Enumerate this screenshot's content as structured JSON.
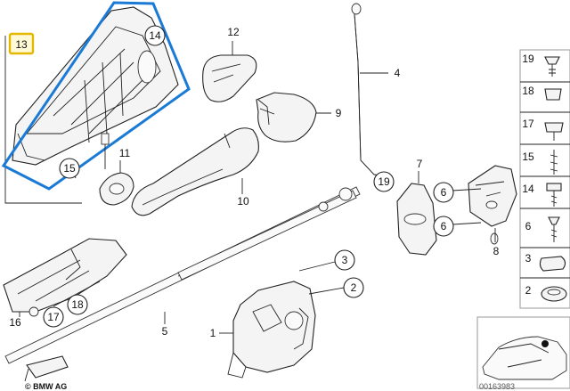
{
  "colors": {
    "highlight_outline": "#1a7ad6",
    "selected_box": "#e5b800",
    "selected_fill": "#fff9d6",
    "line": "#222222",
    "part_fill": "#f4f4f4"
  },
  "callouts": {
    "c1": "1",
    "c2": "2",
    "c3": "3",
    "c4": "4",
    "c5": "5",
    "c6a": "6",
    "c6b": "6",
    "c7": "7",
    "c8": "8",
    "c9": "9",
    "c10": "10",
    "c11": "11",
    "c12": "12",
    "c13": "13",
    "c14": "14",
    "c15": "15",
    "c16": "16",
    "c17": "17",
    "c18": "18",
    "c19": "19"
  },
  "legend": {
    "items": [
      "19",
      "18",
      "17",
      "15",
      "14",
      "6",
      "3",
      "2"
    ]
  },
  "footer": {
    "brand": "© BMW AG",
    "catalog_number": "00163983"
  }
}
